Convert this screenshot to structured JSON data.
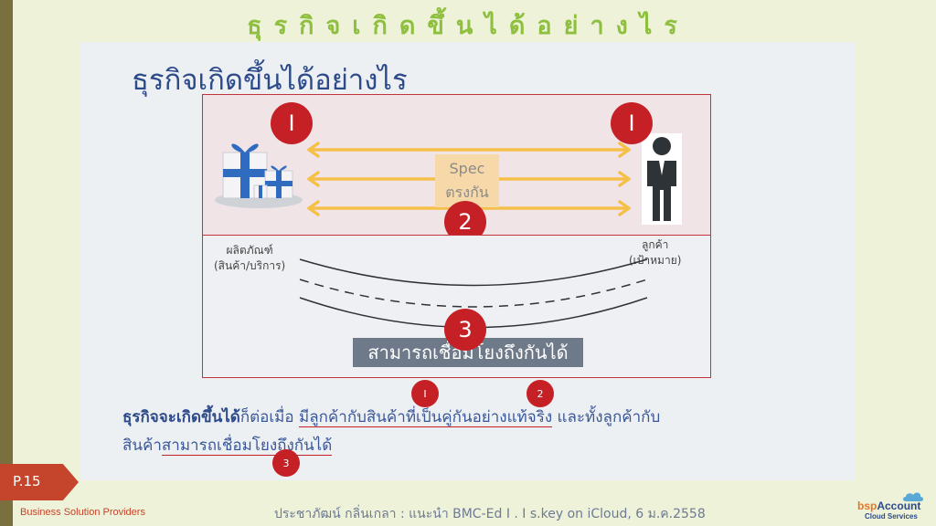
{
  "header": {
    "title": "ธุรกิจเกิดขึ้นได้อย่างไร"
  },
  "slide": {
    "title": "ธุรกิจเกิดขึ้นได้อย่างไร",
    "top_section": {
      "badge_left": "I",
      "badge_right": "I",
      "spec_line1": "Spec",
      "spec_line2": "ตรงกัน",
      "badge_center": "2"
    },
    "bottom_section": {
      "left_label_line1": "ผลิตภัณฑ์",
      "left_label_line2": "(สินค้า/บริการ)",
      "right_label_line1": "ลูกค้า",
      "right_label_line2": "(เป้าหมาย)",
      "badge": "3",
      "bridge_text": "สามารถเชื่อมโยงถึงกันได้"
    },
    "caption": {
      "bold_text": "ธุรกิจจะเกิดขึ้นได้",
      "text1": "ก็ต่อเมื่อ ",
      "underline1": "มีลูกค้ากับสินค้าที่เป็นคู่กันอย่างแท้จริง",
      "text2": " และทั้งลูกค้ากับ",
      "text3": "สินค้า",
      "underline2": "สามารถเชื่อมโยงถึงกันได้",
      "marker1": "I",
      "marker2": "2",
      "marker3": "3"
    }
  },
  "page_number": "P.15",
  "footer": {
    "left_text": "Business Solution Providers",
    "center_text": "ประชาภัฒน์ กลิ่นเกลา : แนะนำ BMC-Ed I . I s.key on iCloud, 6 ม.ค.2558"
  },
  "logo": {
    "brand_prefix": "bsp",
    "brand_accent": "Account",
    "tagline": "Cloud Services"
  },
  "colors": {
    "accent_red": "#c52025",
    "title_blue": "#2d4a8a",
    "header_green": "#8fbf3e",
    "arrow_yellow": "#f5c04a"
  }
}
